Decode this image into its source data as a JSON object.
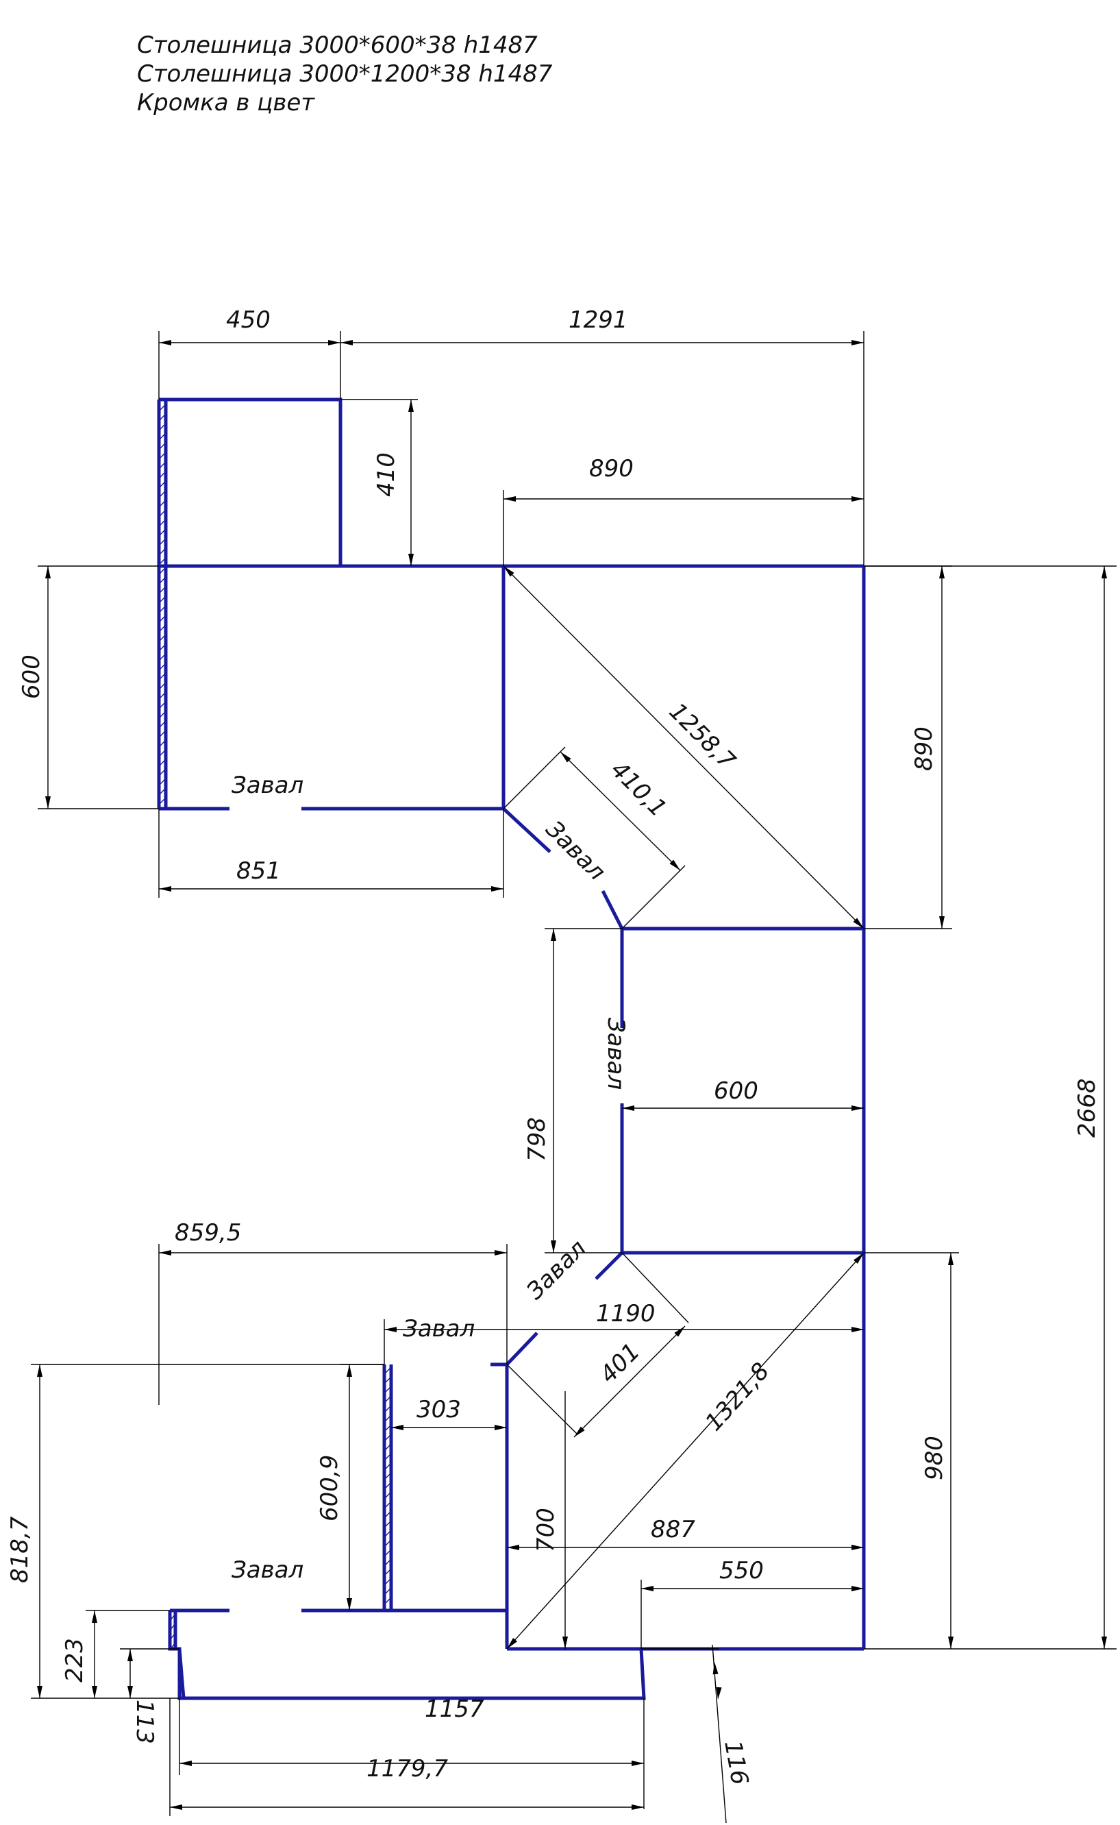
{
  "notes": [
    "Столешница 3000*600*38 h1487",
    "Столешница 3000*1200*38 h1487",
    "Кромка в цвет"
  ],
  "edge_label": "Завал",
  "dimensions": {
    "d450": "450",
    "d1291": "1291",
    "d410": "410",
    "d890_top": "890",
    "d890_right": "890",
    "d600_left": "600",
    "d851": "851",
    "d1258": "1258,7",
    "d4101": "410,1",
    "d600_mid": "600",
    "d798": "798",
    "d2668": "2668",
    "d8595": "859,5",
    "d1190": "1190",
    "d401": "401",
    "d13218": "1321,8",
    "d980": "980",
    "d303": "303",
    "d6009": "600,9",
    "d700": "700",
    "d887": "887",
    "d550": "550",
    "d8187": "818,7",
    "d223": "223",
    "d113": "113",
    "d1157": "1157",
    "d11797": "1179,7",
    "d116": "116"
  },
  "colors": {
    "contour": "#1a1a9c",
    "dimension": "#000000",
    "background": "#ffffff"
  }
}
